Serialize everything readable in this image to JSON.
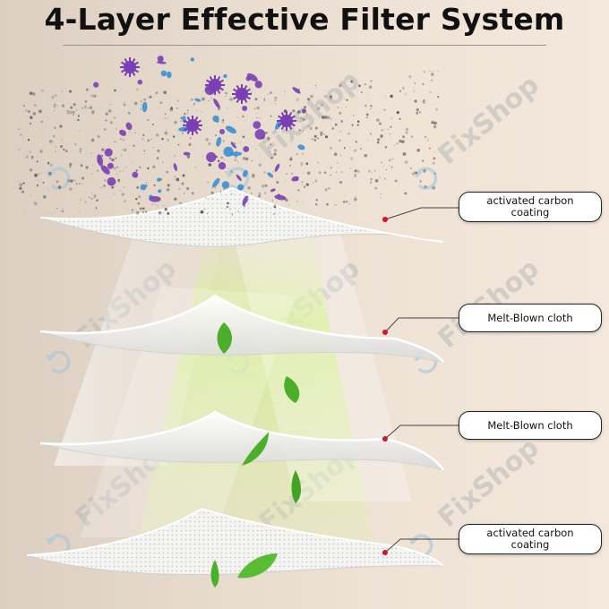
{
  "title": "4-Layer Effective Filter System",
  "watermark": {
    "text": "FixShop",
    "icon": "refresh-icon",
    "color": "#a9c6d8"
  },
  "layers": [
    {
      "label": "activated carbon coating",
      "kind": "carbon"
    },
    {
      "label": "Melt-Blown cloth",
      "kind": "meltblown"
    },
    {
      "label": "Melt-Blown cloth",
      "kind": "meltblown"
    },
    {
      "label": "activated carbon coating",
      "kind": "carbon"
    }
  ],
  "colors": {
    "pollutant_purple": "#7b3fb5",
    "pollutant_blue": "#3a8fd6",
    "dust_gray": "#6f6f6f",
    "leaf_green": "#4caf2a",
    "airflow_green": "#c8ee7a",
    "marker_red": "#d4142a"
  }
}
